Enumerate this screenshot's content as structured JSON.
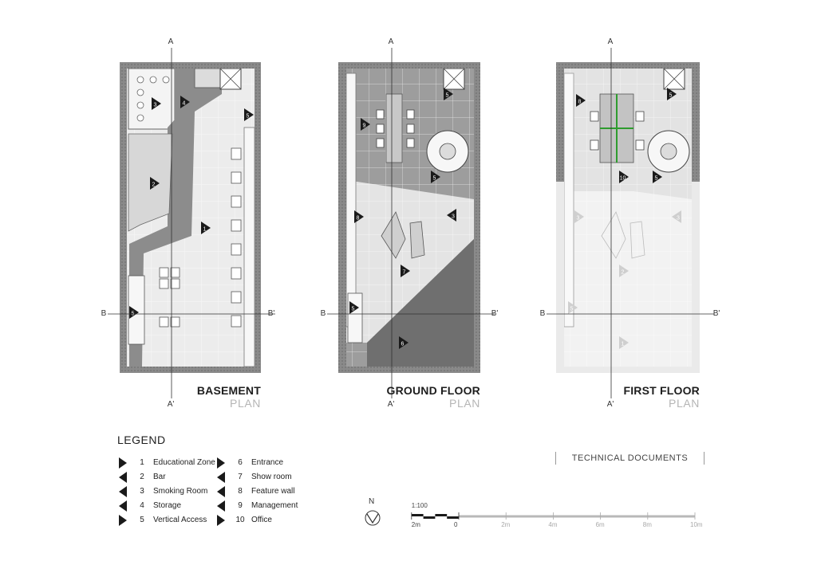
{
  "plans": [
    {
      "title": "BASEMENT",
      "subtitle": "PLAN",
      "markers": [
        {
          "label": "1",
          "dir": "right"
        },
        {
          "label": "2",
          "dir": "right"
        },
        {
          "label": "3",
          "dir": "right"
        },
        {
          "label": "4",
          "dir": "right"
        },
        {
          "label": "5",
          "dir": "right"
        },
        {
          "label": "5",
          "dir": "right"
        }
      ]
    },
    {
      "title": "GROUND FLOOR",
      "subtitle": "PLAN",
      "markers": [
        {
          "label": "9",
          "dir": "right"
        },
        {
          "label": "5",
          "dir": "right"
        },
        {
          "label": "5",
          "dir": "right"
        },
        {
          "label": "3",
          "dir": "left"
        },
        {
          "label": "8",
          "dir": "right"
        },
        {
          "label": "7",
          "dir": "right"
        },
        {
          "label": "5",
          "dir": "right"
        },
        {
          "label": "6",
          "dir": "right"
        }
      ]
    },
    {
      "title": "FIRST FLOOR",
      "subtitle": "PLAN",
      "markers": [
        {
          "label": "8",
          "dir": "right"
        },
        {
          "label": "5",
          "dir": "right"
        },
        {
          "label": "10",
          "dir": "right"
        },
        {
          "label": "5",
          "dir": "right"
        },
        {
          "label": "3",
          "dir": "right"
        },
        {
          "label": "3",
          "dir": "left"
        },
        {
          "label": "2",
          "dir": "right"
        },
        {
          "label": "5",
          "dir": "right"
        },
        {
          "label": "1",
          "dir": "right"
        }
      ]
    }
  ],
  "section_labels": {
    "a": "A",
    "a_prime": "A'",
    "b": "B",
    "b_prime": "B'"
  },
  "legend": {
    "title": "LEGEND",
    "items": [
      {
        "num": "1",
        "label": "Educational Zone",
        "dir": "right"
      },
      {
        "num": "2",
        "label": "Bar",
        "dir": "left"
      },
      {
        "num": "3",
        "label": "Smoking Room",
        "dir": "left"
      },
      {
        "num": "4",
        "label": "Storage",
        "dir": "left"
      },
      {
        "num": "5",
        "label": "Vertical Access",
        "dir": "right"
      },
      {
        "num": "6",
        "label": "Entrance",
        "dir": "right"
      },
      {
        "num": "7",
        "label": "Show room",
        "dir": "left"
      },
      {
        "num": "8",
        "label": "Feature wall",
        "dir": "left"
      },
      {
        "num": "9",
        "label": "Management",
        "dir": "left"
      },
      {
        "num": "10",
        "label": "Office",
        "dir": "right"
      }
    ]
  },
  "technical_documents": "TECHNICAL DOCUMENTS",
  "north": "N",
  "scale": {
    "ratio": "1:100",
    "ticks": [
      {
        "label": "2m",
        "m": -2
      },
      {
        "label": "0",
        "m": 0
      },
      {
        "label": "2m",
        "m": 2
      },
      {
        "label": "4m",
        "m": 4
      },
      {
        "label": "6m",
        "m": 6
      },
      {
        "label": "8m",
        "m": 8
      },
      {
        "label": "10m",
        "m": 10
      }
    ]
  },
  "colors": {
    "wall": "#5a5a5a",
    "floor_light": "#e9e9e9",
    "floor_mid": "#a6a6a6",
    "floor_dark": "#7d7d7d",
    "grid": "#ffffff",
    "accent_green": "#2e9c2e"
  }
}
